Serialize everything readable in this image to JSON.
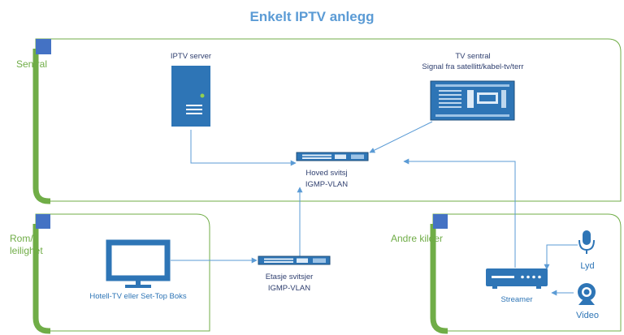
{
  "title": "Enkelt IPTV anlegg",
  "zones": {
    "sentral": "Sentral",
    "rom_line1": "Rom/",
    "rom_line2": "leilighet",
    "andre": "Andre kilder"
  },
  "nodes": {
    "iptv_server": "IPTV server",
    "tv_sentral_line1": "TV sentral",
    "tv_sentral_line2": "Signal fra satellitt/kabel-tv/terr",
    "hoved_line1": "Hoved svitsj",
    "hoved_line2": "IGMP-VLAN",
    "etasje_line1": "Etasje svitsjer",
    "etasje_line2": "IGMP-VLAN",
    "tv": "Hotell-TV eller Set-Top Boks",
    "streamer": "Streamer",
    "lyd": "Lyd",
    "video": "Video"
  },
  "colors": {
    "title": "#5B9BD5",
    "zone_green": "#70AD47",
    "zone_blue": "#4472C4",
    "icon_blue": "#2E75B6",
    "arrow": "#5B9BD5"
  }
}
